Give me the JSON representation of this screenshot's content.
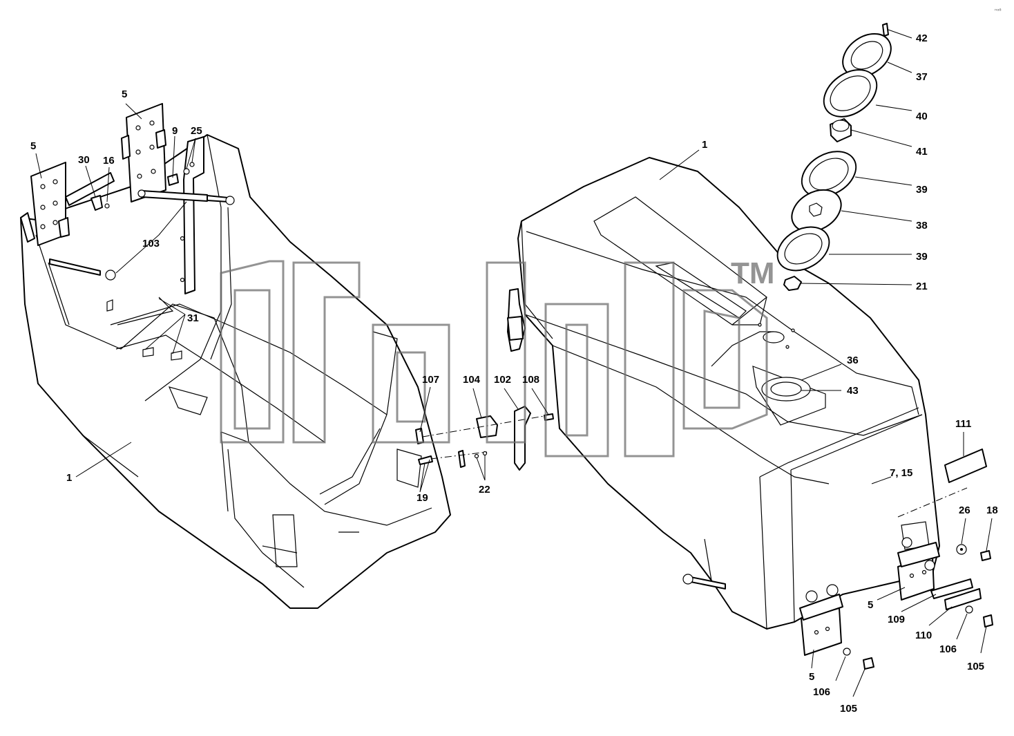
{
  "watermark": {
    "trademark": "TM"
  },
  "corner_mark": "ⁿᵅ⁸",
  "callouts": [
    "42",
    "37",
    "40",
    "41",
    "39",
    "38",
    "39",
    "21",
    "1",
    "36",
    "43",
    "111",
    "7, 15",
    "26",
    "18",
    "5",
    "109",
    "110",
    "106",
    "105",
    "5",
    "106",
    "105",
    "107",
    "104",
    "102",
    "108",
    "19",
    "22",
    "5",
    "5",
    "9",
    "25",
    "30",
    "16",
    "103",
    "31",
    "1"
  ]
}
